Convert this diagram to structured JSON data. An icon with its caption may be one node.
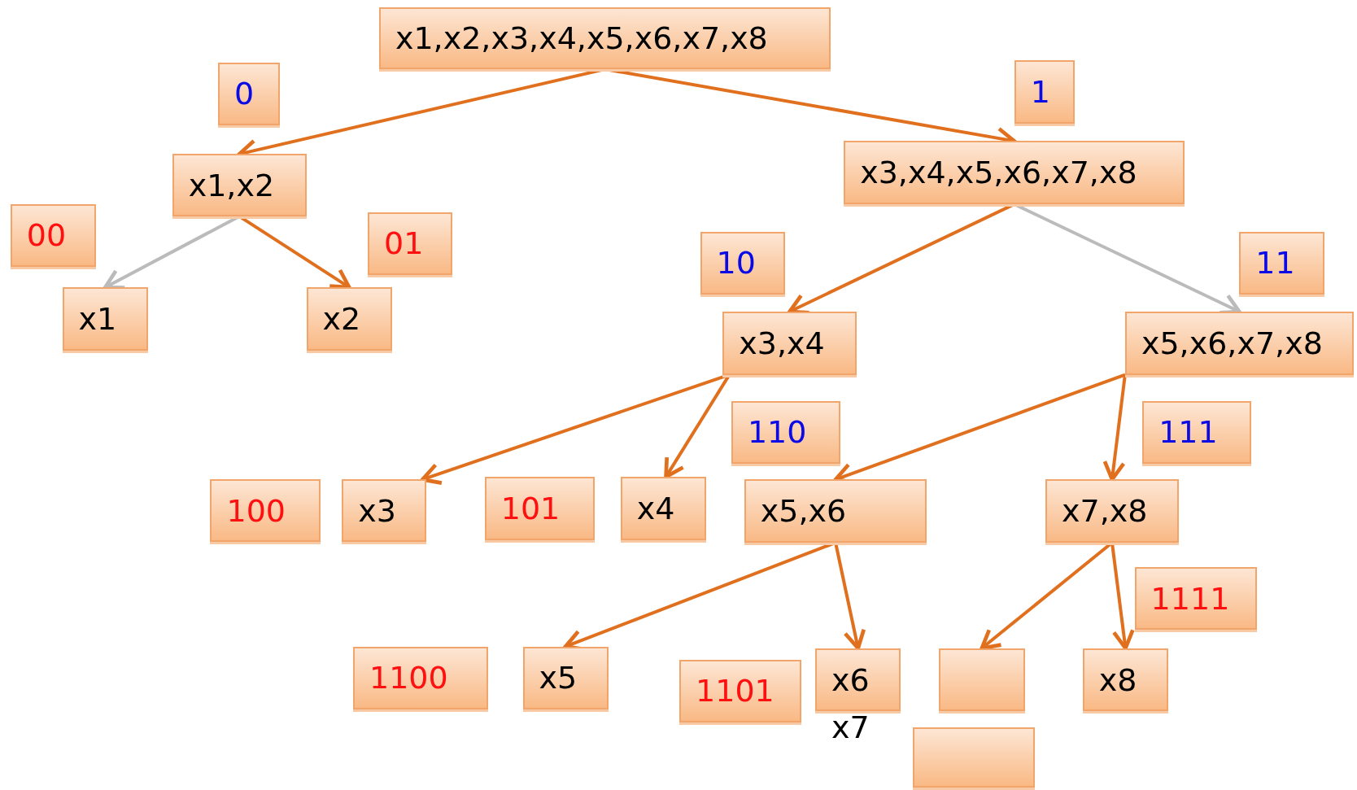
{
  "diagram": {
    "nodes": [
      {
        "text": [
          "x1,x2,x3,x4,x5,x6,x7,x8"
        ]
      },
      {
        "text": [
          "0"
        ]
      },
      {
        "text": [
          "1"
        ]
      },
      {
        "text": [
          "x1,x2"
        ]
      },
      {
        "text": [
          "x3,x4,x5,x6,x7,x8"
        ]
      },
      {
        "text": [
          "00"
        ]
      },
      {
        "text": [
          "01"
        ]
      },
      {
        "text": [
          "10"
        ]
      },
      {
        "text": [
          "11"
        ]
      },
      {
        "text": [
          "x1"
        ]
      },
      {
        "text": [
          "x2"
        ]
      },
      {
        "text": [
          "x3,x4"
        ]
      },
      {
        "text": [
          "x5,x6,x7,x8"
        ]
      },
      {
        "text": [
          "110"
        ]
      },
      {
        "text": [
          "111"
        ]
      },
      {
        "text": [
          "100"
        ]
      },
      {
        "text": [
          "x3"
        ]
      },
      {
        "text": [
          "101"
        ]
      },
      {
        "text": [
          "x4"
        ]
      },
      {
        "text": [
          "x5,x6"
        ]
      },
      {
        "text": [
          "x7,x8"
        ]
      },
      {
        "text": [
          "1111"
        ]
      },
      {
        "text": [
          "1100"
        ]
      },
      {
        "text": [
          "x5"
        ]
      },
      {
        "text": [
          "1101"
        ]
      },
      {
        "text": [
          "x6"
        ],
        "beside": [
          "x7"
        ]
      },
      {
        "text": [],
        "shape": "box"
      },
      {
        "text": [
          "x8"
        ]
      },
      {
        "text": [],
        "shape": "box"
      }
    ],
    "edges": [
      {
        "from": 0,
        "to": 3,
        "arrow": "to"
      },
      {
        "from": 0,
        "to": 4,
        "arrow": "to"
      },
      {
        "from": 3,
        "to": 9,
        "arrow": "to",
        "color": "#bbbbbb"
      },
      {
        "from": 3,
        "to": 10,
        "arrow": "to"
      },
      {
        "from": 4,
        "to": 11,
        "arrow": "to"
      },
      {
        "from": 4,
        "to": 12,
        "arrow": "to",
        "color": "#bbbbbb"
      },
      {
        "from": 11,
        "to": 16,
        "arrow": "to"
      },
      {
        "from": 11,
        "to": 18,
        "arrow": "to"
      },
      {
        "from": 12,
        "to": 19,
        "arrow": "to"
      },
      {
        "from": 12,
        "to": 20,
        "arrow": "to"
      },
      {
        "from": 19,
        "to": 23,
        "arrow": "to"
      },
      {
        "from": 19,
        "to": 25,
        "arrow": "to"
      },
      {
        "from": 20,
        "to": 26,
        "arrow": "to"
      },
      {
        "from": 20,
        "to": 27,
        "arrow": "to"
      }
    ]
  }
}
